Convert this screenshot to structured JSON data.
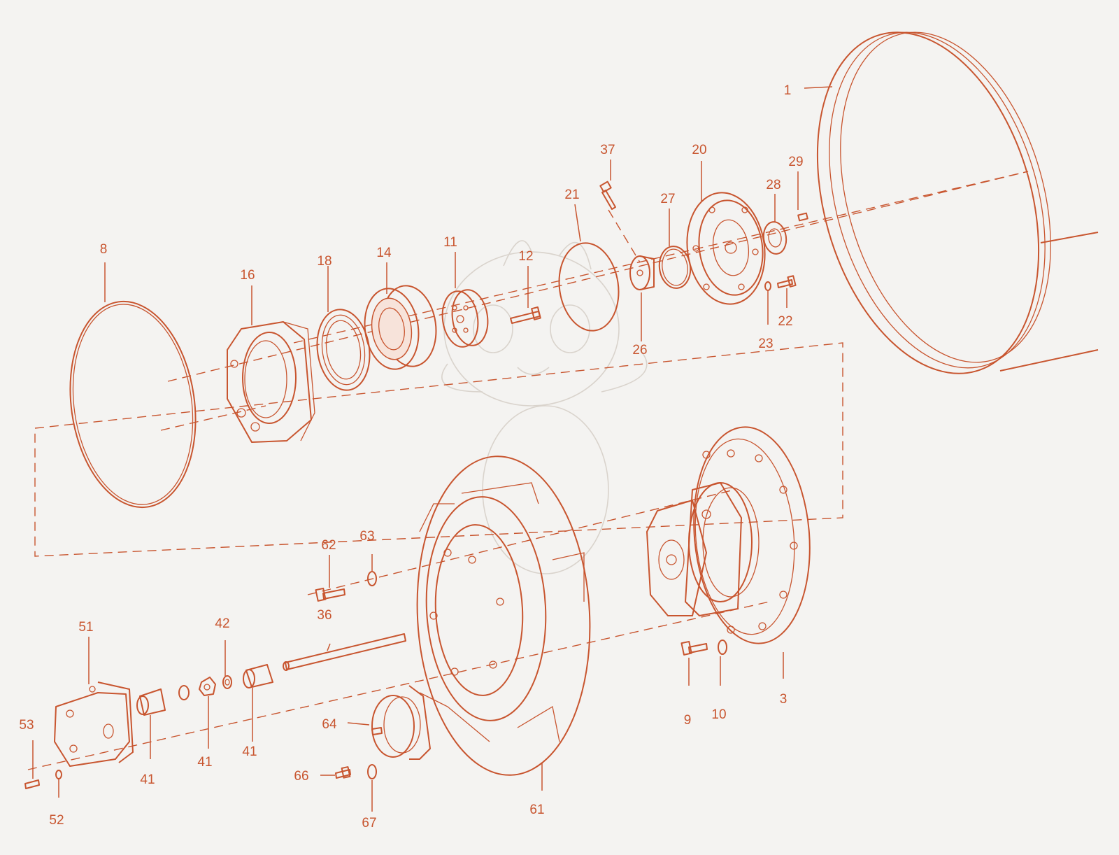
{
  "diagram": {
    "colors": {
      "line": "#c8552f",
      "background": "#f4f3f1",
      "watermark": "#d9d3cc"
    },
    "callouts": [
      {
        "id": "c1",
        "label": "1"
      },
      {
        "id": "c3",
        "label": "3"
      },
      {
        "id": "c8",
        "label": "8"
      },
      {
        "id": "c9",
        "label": "9"
      },
      {
        "id": "c10",
        "label": "10"
      },
      {
        "id": "c11",
        "label": "11"
      },
      {
        "id": "c12",
        "label": "12"
      },
      {
        "id": "c14",
        "label": "14"
      },
      {
        "id": "c16",
        "label": "16"
      },
      {
        "id": "c18",
        "label": "18"
      },
      {
        "id": "c20",
        "label": "20"
      },
      {
        "id": "c21",
        "label": "21"
      },
      {
        "id": "c22",
        "label": "22"
      },
      {
        "id": "c23",
        "label": "23"
      },
      {
        "id": "c26",
        "label": "26"
      },
      {
        "id": "c27",
        "label": "27"
      },
      {
        "id": "c28",
        "label": "28"
      },
      {
        "id": "c29",
        "label": "29"
      },
      {
        "id": "c36",
        "label": "36"
      },
      {
        "id": "c37",
        "label": "37"
      },
      {
        "id": "c41a",
        "label": "41"
      },
      {
        "id": "c41b",
        "label": "41"
      },
      {
        "id": "c41c",
        "label": "41"
      },
      {
        "id": "c42",
        "label": "42"
      },
      {
        "id": "c51",
        "label": "51"
      },
      {
        "id": "c52",
        "label": "52"
      },
      {
        "id": "c53",
        "label": "53"
      },
      {
        "id": "c61",
        "label": "61"
      },
      {
        "id": "c62",
        "label": "62"
      },
      {
        "id": "c63",
        "label": "63"
      },
      {
        "id": "c64",
        "label": "64"
      },
      {
        "id": "c66",
        "label": "66"
      },
      {
        "id": "c67",
        "label": "67"
      }
    ]
  }
}
